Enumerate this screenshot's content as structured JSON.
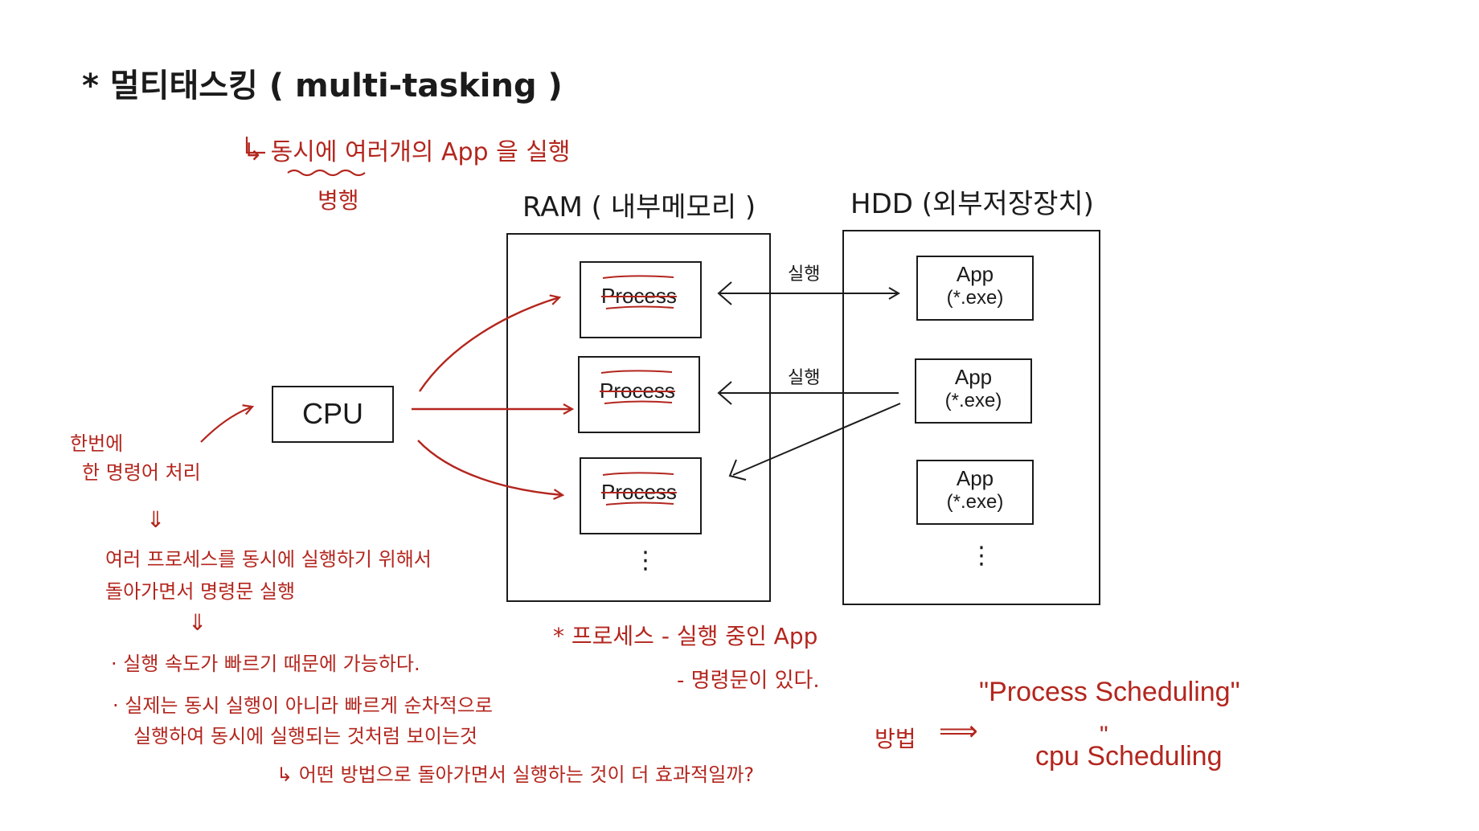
{
  "title": "* 멀티태스킹 ( multi-tasking )",
  "subtitle": {
    "arrow_text": "↳ 동시에  여러개의 App 을 실행",
    "parallel": "병행"
  },
  "ram": {
    "label": "RAM ( 내부메모리 )",
    "process_label": "Process",
    "ellipsis": "⋮"
  },
  "hdd": {
    "label": "HDD (외부저장장치)",
    "app_label": "App",
    "app_ext": "(*.exe)",
    "ellipsis": "⋮"
  },
  "cpu": {
    "label": "CPU"
  },
  "exec_labels": [
    "실행",
    "실행"
  ],
  "left_notes": {
    "once": "한번에",
    "one_instruction": "한 명령어 처리",
    "down1": "⇓",
    "rotate1": "여러 프로세스를 동시에 실행하기 위해서",
    "rotate2": "돌아가면서   명령문 실행",
    "down2": "⇓",
    "bullet1": "· 실행 속도가 빠르기 때문에 가능하다.",
    "bullet2a": "· 실제는 동시  실행이 아니라 빠르게  순차적으로",
    "bullet2b": "실행하여  동시에  실행되는  것처럼  보이는것",
    "question": "↳  어떤 방법으로 돌아가면서 실행하는 것이 더 효과적일까?"
  },
  "process_note": {
    "line1": "* 프로세스 - 실행 중인 App",
    "line2": "- 명령문이 있다."
  },
  "method": {
    "label": "방법",
    "arrow": "⟹",
    "ps": "\"Process  Scheduling\"",
    "ditto": "\"",
    "cpu_sched": "cpu  Scheduling"
  },
  "colors": {
    "red": "#b3261e",
    "black": "#1b1b1b"
  }
}
